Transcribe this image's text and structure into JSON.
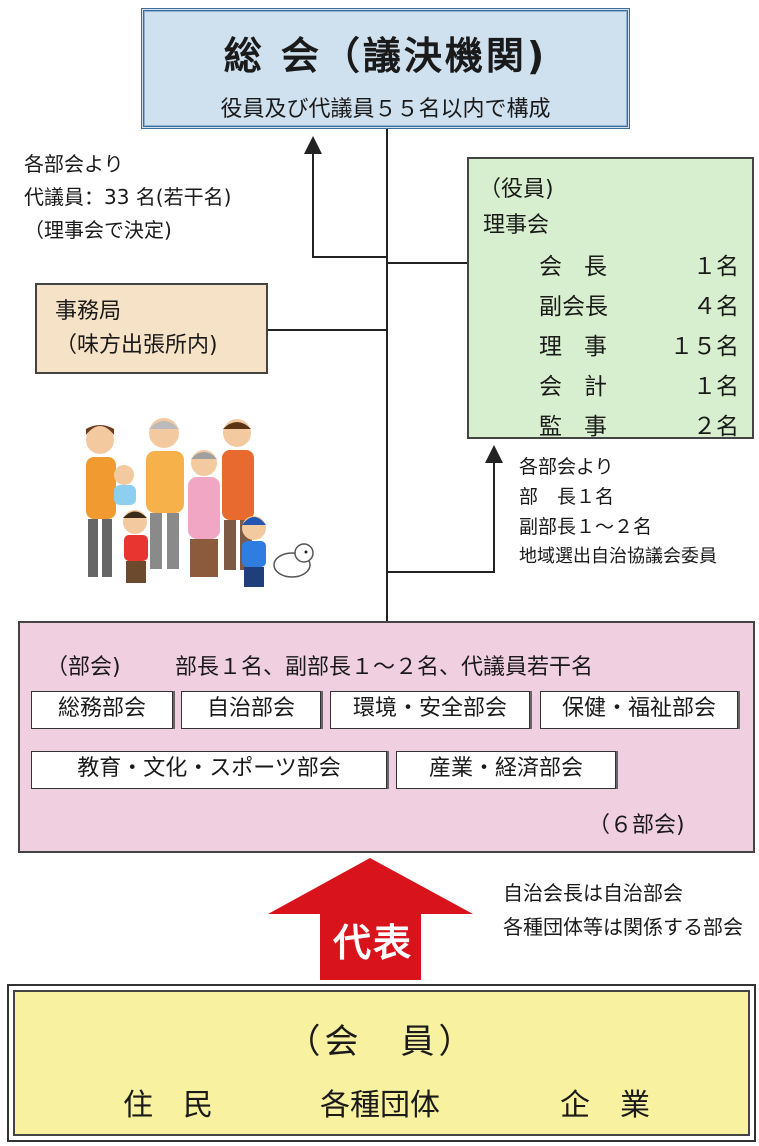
{
  "general_assembly": {
    "title": "総 会（議決機関)",
    "subtitle": "役員及び代議員５５名以内で構成"
  },
  "delegates_note": [
    "各部会より",
    "代議員：33 名(若干名)",
    "（理事会で決定)"
  ],
  "secretariat": {
    "title": "事務局",
    "location": "（味方出張所内)"
  },
  "board": {
    "heading": "（役員)",
    "name": "理事会",
    "members": [
      {
        "role": "会長",
        "count": "１名"
      },
      {
        "role": "副会長",
        "count": "４名"
      },
      {
        "role": "理事",
        "count": "１５名"
      },
      {
        "role": "会計",
        "count": "１名"
      },
      {
        "role": "監事",
        "count": "２名"
      }
    ]
  },
  "board_note": [
    "各部会より",
    "部　長１名",
    "副部長１～２名",
    "地域選出自治協議会委員"
  ],
  "sections": {
    "heading": "（部会)",
    "composition": "部長１名、副部長１～２名、代議員若干名",
    "items": [
      "総務部会",
      "自治部会",
      "環境・安全部会",
      "保健・福祉部会",
      "教育・文化・スポーツ部会",
      "産業・経済部会"
    ],
    "count": "（６部会)"
  },
  "representative": {
    "label": "代表",
    "note": [
      "自治会長は自治部会",
      "各種団体等は関係する部会"
    ]
  },
  "members": {
    "heading": "（会　員）",
    "groups": [
      "住　民",
      "各種団体",
      "企　業"
    ]
  },
  "colors": {
    "assembly": "#cfe0ee",
    "board": "#d8efcf",
    "secretariat": "#f6e2c6",
    "sections": "#f0d0e0",
    "members": "#f8f1a0",
    "arrow": "#d9131c"
  }
}
